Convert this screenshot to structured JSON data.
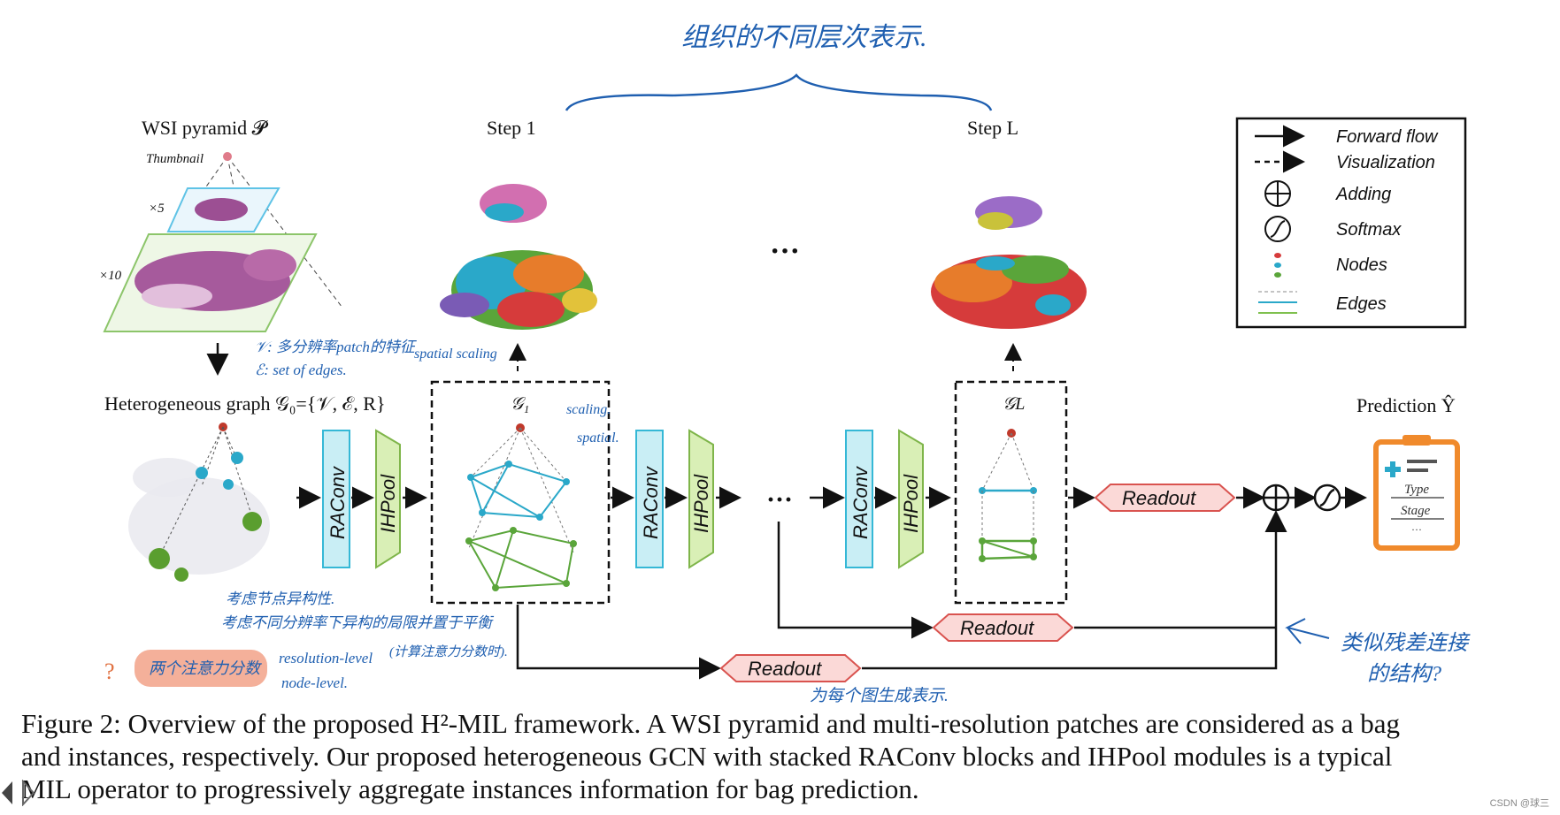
{
  "labels": {
    "wsi_pyramid": "WSI pyramid 𝓟",
    "thumbnail": "Thumbnail",
    "x5": "×5",
    "x10": "×10",
    "step1": "Step 1",
    "stepL": "Step L",
    "hetero_graph": "Heterogeneous graph 𝒢₀={𝒱, ℰ, R}",
    "g1": "𝒢₁",
    "gL": "𝒢L",
    "raconv": "RAConv",
    "ihpool": "IHPool",
    "readout": "Readout",
    "prediction": "Prediction Ŷ",
    "type": "Type",
    "stage": "Stage",
    "dots": "···",
    "ellipsis_small": "···"
  },
  "legend": {
    "items": [
      {
        "label": "Forward flow",
        "icon": "solid-arrow"
      },
      {
        "label": "Visualization",
        "icon": "dashed-arrow"
      },
      {
        "label": "Adding",
        "icon": "plus-circle"
      },
      {
        "label": "Softmax",
        "icon": "sigmoid-circle"
      },
      {
        "label": "Nodes",
        "icon": "colored-dots"
      },
      {
        "label": "Edges",
        "icon": "colored-lines"
      }
    ]
  },
  "annotations": {
    "top_brace": "组织的不同层次表示.",
    "v_note": "𝒱: 多分辨率patch的特征",
    "e_note": "ℰ: set of edges.",
    "spatial_scaling": "spatial scaling",
    "scaling": "scaling.",
    "spatial": "spatial.",
    "raconv_note1": "考虑节点异构性.",
    "raconv_note2": "考虑不同分辨率下异构的局限并置于平衡",
    "attention_note": "两个注意力分数",
    "res_level": "resolution-level",
    "node_level": "node-level.",
    "calc_note": "(计算注意力分数时).",
    "readout_note": "为每个图生成表示.",
    "residual_note1": "类似残差连接",
    "residual_note2": "的结构?",
    "question": "?"
  },
  "caption": {
    "line1": "Figure 2: Overview of the proposed H²-MIL framework. A WSI pyramid and multi-resolution patches are considered as a bag",
    "line2": "and instances, respectively. Our proposed heterogeneous GCN with stacked RAConv blocks and IHPool modules is a typical",
    "line3": "MIL operator to progressively aggregate instances information for bag prediction."
  },
  "watermark": "CSDN @球三",
  "colors": {
    "raconv_fill": "#c9eef5",
    "raconv_stroke": "#35b8d6",
    "ihpool_fill": "#d9efb6",
    "ihpool_stroke": "#7fb54a",
    "readout_fill": "#fbd9d7",
    "readout_stroke": "#d9534f",
    "ink_blue": "#1f5fb0",
    "attention_badge": "#f4b09a"
  }
}
